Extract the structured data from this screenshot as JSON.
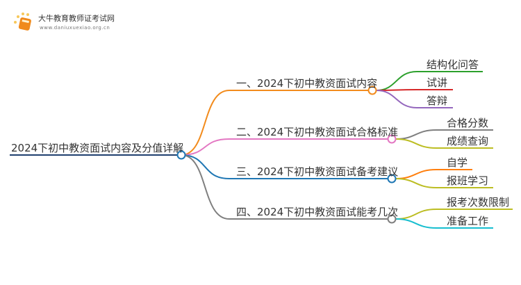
{
  "logo": {
    "site_name": "大牛教育教师证考试网",
    "url": "www.daniuxuexiao.org.cn"
  },
  "root": {
    "label": "2024下初中教资面试内容及分值详解",
    "color": "#1f3f6e"
  },
  "branches": [
    {
      "label": "一、2024下初中教资面试内容",
      "color": "#f28b1c",
      "children": [
        {
          "label": "结构化问答",
          "color": "#2ca02c"
        },
        {
          "label": "试讲",
          "color": "#d62728"
        },
        {
          "label": "答辩",
          "color": "#9467bd"
        }
      ]
    },
    {
      "label": "二、2024下初中教资面试合格标准",
      "color": "#e377c2",
      "children": [
        {
          "label": "合格分数",
          "color": "#7f7f7f"
        },
        {
          "label": "成绩查询",
          "color": "#bcbd22"
        }
      ]
    },
    {
      "label": "三、2024下初中教资面试备考建议",
      "color": "#1f77b4",
      "children": [
        {
          "label": "自学",
          "color": "#ff7f0e"
        },
        {
          "label": "报班学习",
          "color": "#bcbd22"
        }
      ]
    },
    {
      "label": "四、2024下初中教资面试能考几次",
      "color": "#7f7f7f",
      "children": [
        {
          "label": "报考次数限制",
          "color": "#bcbd22"
        },
        {
          "label": "准备工作",
          "color": "#17becf"
        }
      ]
    }
  ]
}
